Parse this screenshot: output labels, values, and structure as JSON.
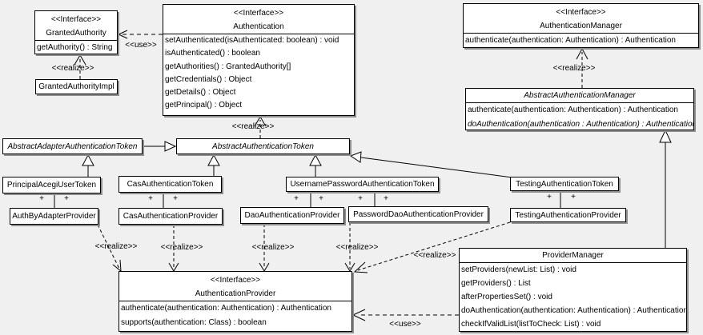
{
  "colors": {
    "background": "#f0f0f0",
    "box_fill": "#ffffff",
    "line": "#000000",
    "shadow": "#8f8f8f"
  },
  "labels": {
    "use": "<<use>>",
    "realize": "<<realize>>",
    "plus": "+"
  },
  "classes": {
    "granted_authority": {
      "stereotype": "<<Interface>>",
      "name": "GrantedAuthority",
      "methods": [
        "getAuthority() : String"
      ]
    },
    "granted_authority_impl": {
      "name": "GrantedAuthorityImpl"
    },
    "authentication": {
      "stereotype": "<<Interface>>",
      "name": "Authentication",
      "methods": [
        "setAuthenticated(isAuthenticated: boolean) : void",
        "isAuthenticated() : boolean",
        "getAuthorities() : GrantedAuthority[]",
        "getCredentials() : Object",
        "getDetails() : Object",
        "getPrincipal() : Object"
      ]
    },
    "authentication_manager": {
      "stereotype": "<<Interface>>",
      "name": "AuthenticationManager",
      "methods": [
        "authenticate(authentication: Authentication) : Authentication"
      ]
    },
    "abstract_authentication_manager": {
      "name": "AbstractAuthenticationManager",
      "methods": [
        "authenticate(authentication: Authentication) : Authentication",
        "doAuthentication(authentication : Authentication) : Authentication"
      ]
    },
    "abstract_adapter_authentication_token": {
      "name": "AbstractAdapterAuthenticationToken"
    },
    "abstract_authentication_token": {
      "name": "AbstractAuthenticationToken"
    },
    "principal_acegi_user_token": {
      "name": "PrincipalAcegiUserToken"
    },
    "cas_authentication_token": {
      "name": "CasAuthenticationToken"
    },
    "username_password_authentication_token": {
      "name": "UsernamePasswordAuthenticationToken"
    },
    "testing_authentication_token": {
      "name": "TestingAuthenticationToken"
    },
    "auth_by_adapter_provider": {
      "name": "AuthByAdapterProvider"
    },
    "cas_authentication_provider": {
      "name": "CasAuthenticationProvider"
    },
    "dao_authentication_provider": {
      "name": "DaoAuthenticationProvider"
    },
    "password_dao_authentication_provider": {
      "name": "PasswordDaoAuthenticationProvider"
    },
    "testing_authentication_provider": {
      "name": "TestingAuthenticationProvider"
    },
    "authentication_provider": {
      "stereotype": "<<Interface>>",
      "name": "AuthenticationProvider",
      "methods": [
        "authenticate(authentication: Authentication) : Authentication",
        "supports(authentication: Class) : boolean"
      ]
    },
    "provider_manager": {
      "name": "ProviderManager",
      "methods": [
        "setProviders(newList: List) : void",
        "getProviders() : List",
        "afterPropertiesSet() : void",
        "doAuthentication(authentication: Authentication) : Authentication",
        "checkIfValidList(listToCheck: List) : void"
      ]
    }
  }
}
